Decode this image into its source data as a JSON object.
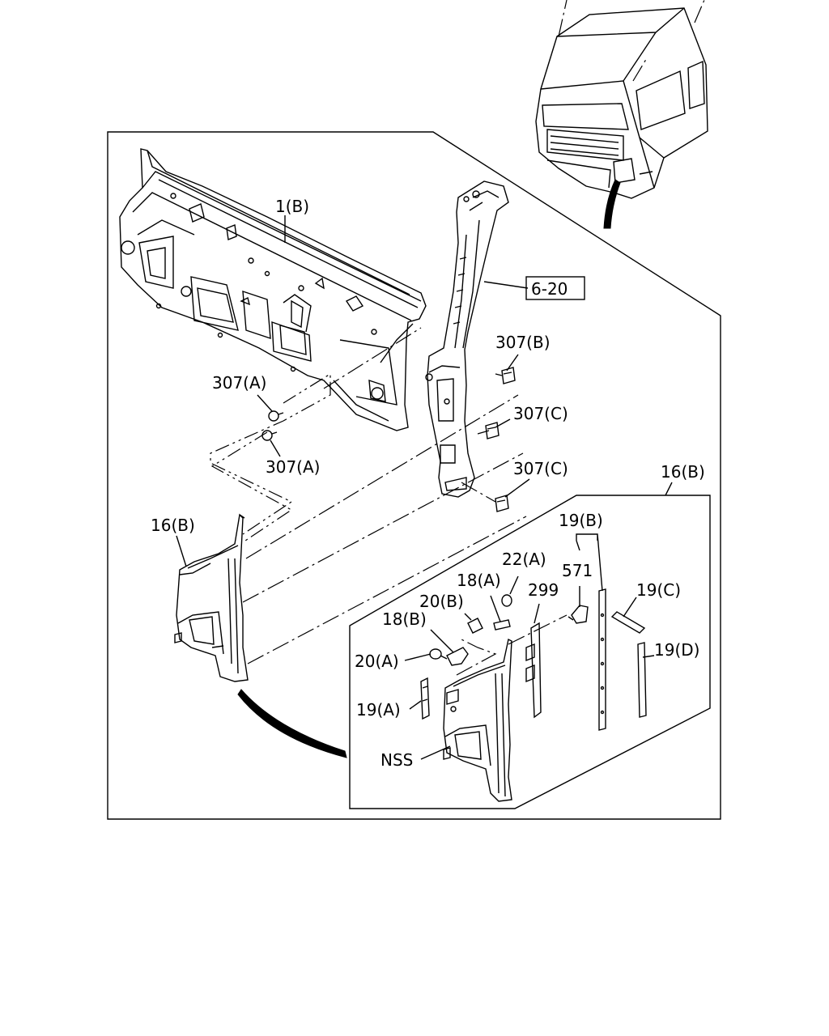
{
  "labels": {
    "l1b": "1(B)",
    "ref": "6-20",
    "l307b": "307(B)",
    "l307a_top": "307(A)",
    "l307a_bot": "307(A)",
    "l307c_top": "307(C)",
    "l307c_bot": "307(C)",
    "l16b_right": "16(B)",
    "l16b_left": "16(B)",
    "l19b": "19(B)",
    "l22a": "22(A)",
    "l571": "571",
    "l18a": "18(A)",
    "l299": "299",
    "l20b": "20(B)",
    "l19c": "19(C)",
    "l18b": "18(B)",
    "l19d": "19(D)",
    "l20a": "20(A)",
    "l19a": "19(A)",
    "nss": "NSS"
  },
  "icons": {
    "truck": "truck-cab-icon",
    "cowl": "cowl-panel-part",
    "pillar": "front-pillar-part",
    "panel": "side-panel-part"
  }
}
